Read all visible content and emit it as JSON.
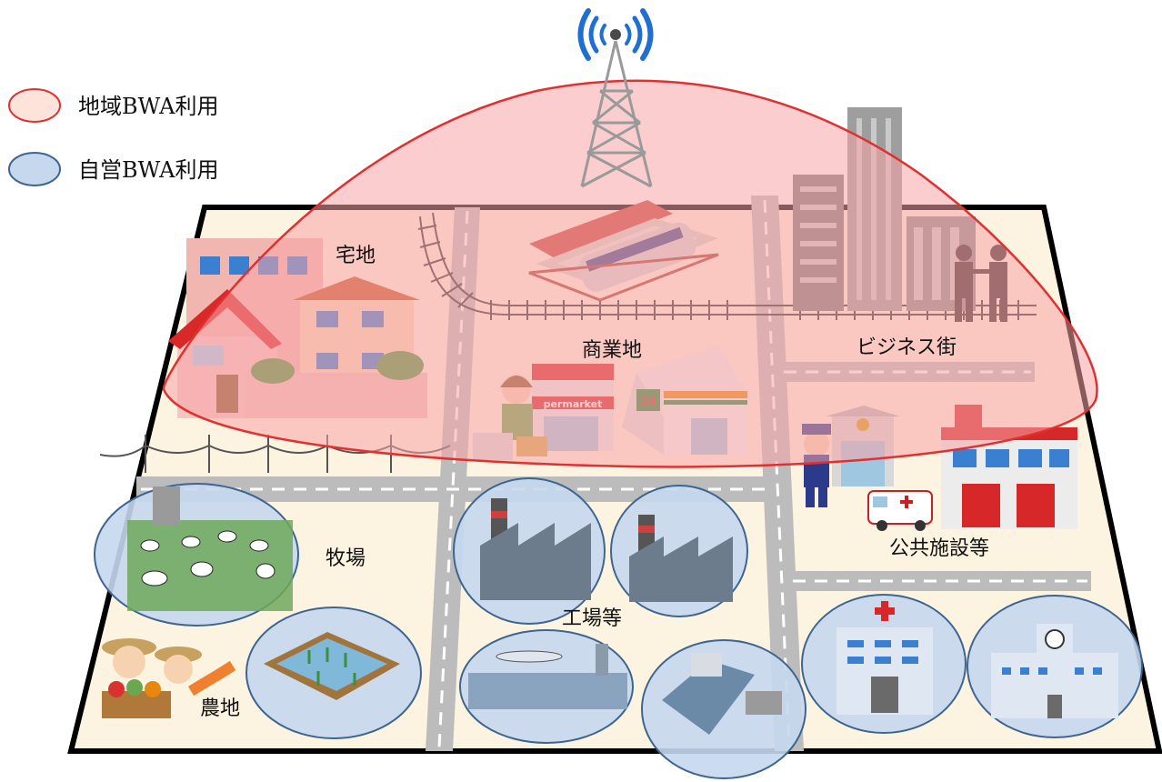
{
  "legend": {
    "regional": {
      "label": "地域BWA利用",
      "fill": "#fde3da",
      "stroke": "#e03030"
    },
    "private": {
      "label": "自営BWA利用",
      "fill": "#c5d8ee",
      "stroke": "#3e6590"
    }
  },
  "areas": {
    "residential": "宅地",
    "commercial": "商業地",
    "business": "ビジネス街",
    "public": "公共施設等",
    "ranch": "牧場",
    "factory": "工場等",
    "farmland": "農地"
  },
  "signage": {
    "supermarket": "permarket",
    "store_number": "24"
  },
  "colors": {
    "map_fill": "#fdf3e1",
    "road": "#bcbcbc",
    "road_dash": "#ffffff",
    "map_border": "#000000",
    "tower": "#9a9a9a",
    "signal": "#1e6fd0"
  },
  "icons": [
    "antenna-tower-icon",
    "train-station-icon",
    "houses-icon",
    "supermarket-icon",
    "convenience-store-icon",
    "office-buildings-icon",
    "police-box-icon",
    "ambulance-icon",
    "fire-station-icon",
    "factory-icon",
    "airport-icon",
    "port-ship-icon",
    "hospital-icon",
    "school-icon",
    "cow-pasture-icon",
    "rice-field-icon",
    "farmers-icon"
  ]
}
